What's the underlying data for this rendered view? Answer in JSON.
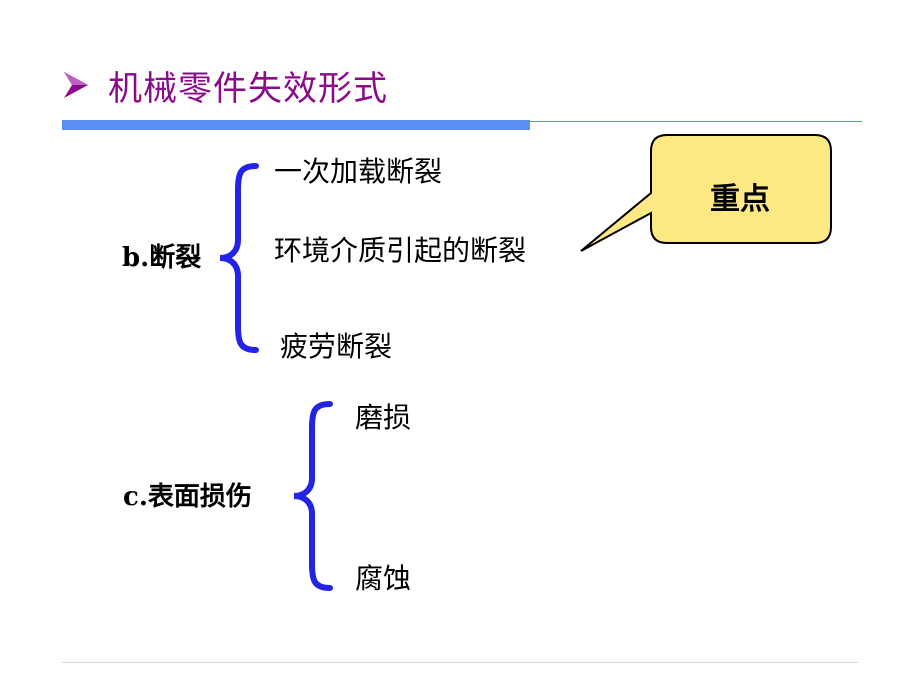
{
  "slide": {
    "title": "机械零件失效形式",
    "title_color": "#8a0a8a",
    "accent_color": "#5b8ef0",
    "bullet_icon": "arrow-bullet-icon"
  },
  "groups": [
    {
      "label": "b.断裂",
      "items": [
        "一次加载断裂",
        "环境介质引起的断裂",
        "疲劳断裂"
      ]
    },
    {
      "label": "c.表面损伤",
      "items": [
        "磨损",
        "腐蚀"
      ]
    }
  ],
  "callout": {
    "text": "重点",
    "fill_color": "#fde883"
  }
}
